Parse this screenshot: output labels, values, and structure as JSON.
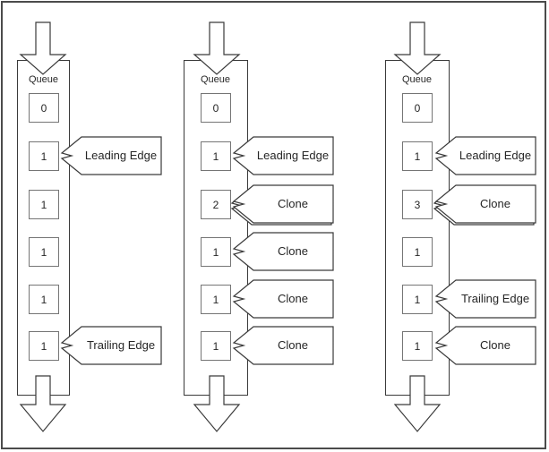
{
  "colors": {
    "background": "#ffffff",
    "outline": "#3a3a3a",
    "cell_border": "#757575",
    "text": "#262626",
    "frame_border": "#4b4b4b"
  },
  "columns": [
    {
      "queue_label": "Queue",
      "cells": [
        "0",
        "1",
        "1",
        "1",
        "1",
        "1"
      ],
      "callouts": [
        {
          "label": "Leading Edge",
          "row": 2,
          "stacked": false
        },
        {
          "label": "Trailing Edge",
          "row": 6,
          "stacked": false
        }
      ]
    },
    {
      "queue_label": "Queue",
      "cells": [
        "0",
        "1",
        "2",
        "1",
        "1",
        "1"
      ],
      "callouts": [
        {
          "label": "Leading Edge",
          "row": 2,
          "stacked": false
        },
        {
          "label": "Clone",
          "row": 3,
          "stacked": true
        },
        {
          "label": "Clone",
          "row": 4,
          "stacked": false
        },
        {
          "label": "Clone",
          "row": 5,
          "stacked": false
        },
        {
          "label": "Clone",
          "row": 6,
          "stacked": false
        }
      ]
    },
    {
      "queue_label": "Queue",
      "cells": [
        "0",
        "1",
        "3",
        "1",
        "1",
        "1"
      ],
      "callouts": [
        {
          "label": "Leading Edge",
          "row": 2,
          "stacked": false
        },
        {
          "label": "Clone",
          "row": 3,
          "stacked": true
        },
        {
          "label": "Trailing Edge",
          "row": 5,
          "stacked": false
        },
        {
          "label": "Clone",
          "row": 6,
          "stacked": false
        }
      ]
    }
  ]
}
